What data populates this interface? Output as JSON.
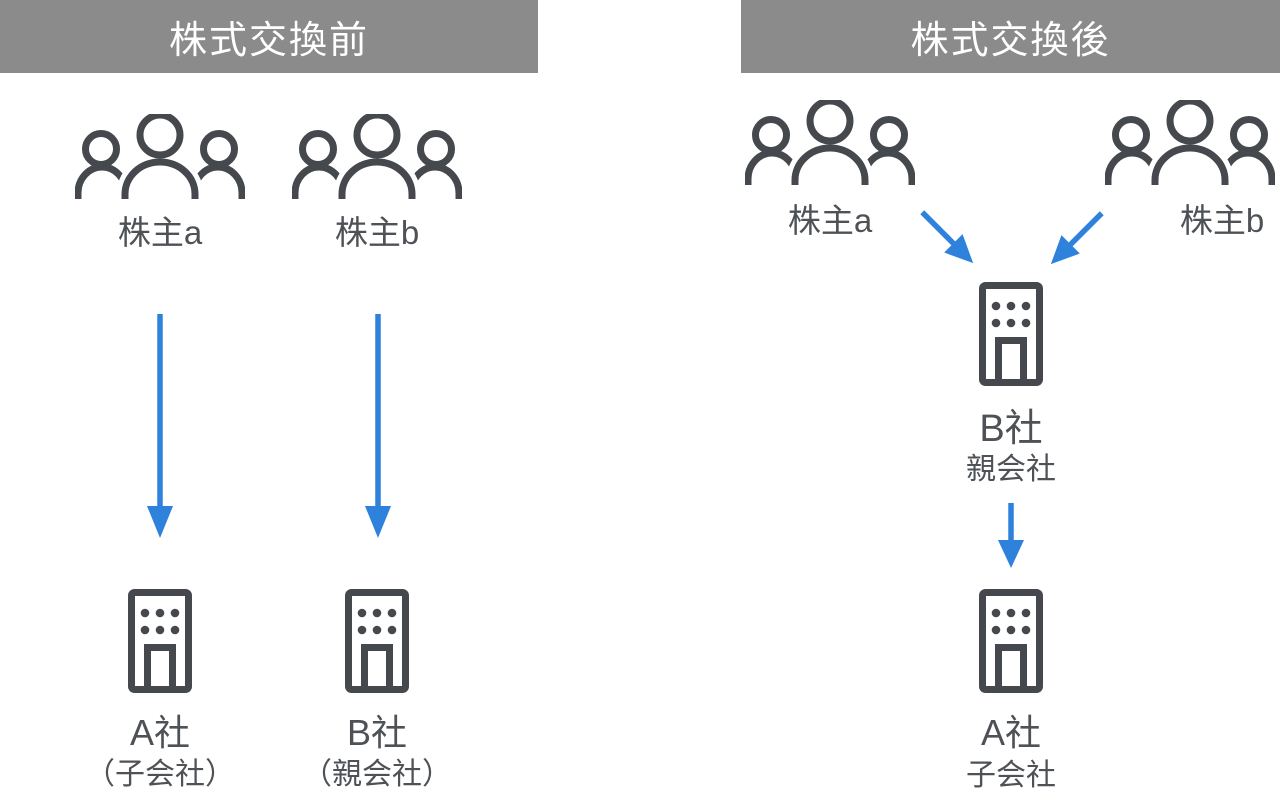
{
  "diagram_title": "株式交換 (share exchange) before / after structure",
  "colors": {
    "header_bg": "#8B8B8B",
    "header_text": "#FFFFFF",
    "icon_stroke": "#45484C",
    "label_text": "#4E5256",
    "arrow_blue": "#2E82DC"
  },
  "icons": {
    "shareholders": "people-group-icon",
    "company": "building-icon",
    "ownership": "arrow-icon"
  },
  "panels": {
    "before": {
      "title": "株式交換前",
      "shareholder_a": "株主a",
      "shareholder_b": "株主b",
      "company_a_name": "A社",
      "company_a_role": "（子会社）",
      "company_b_name": "B社",
      "company_b_role": "（親会社）",
      "edges": [
        {
          "from": "株主a",
          "to": "A社"
        },
        {
          "from": "株主b",
          "to": "B社"
        }
      ]
    },
    "after": {
      "title": "株式交換後",
      "shareholder_a": "株主a",
      "shareholder_b": "株主b",
      "company_b_name": "B社",
      "company_b_role": "親会社",
      "company_a_name": "A社",
      "company_a_role": "子会社",
      "edges": [
        {
          "from": "株主a",
          "to": "B社"
        },
        {
          "from": "株主b",
          "to": "B社"
        },
        {
          "from": "B社",
          "to": "A社"
        }
      ]
    }
  }
}
